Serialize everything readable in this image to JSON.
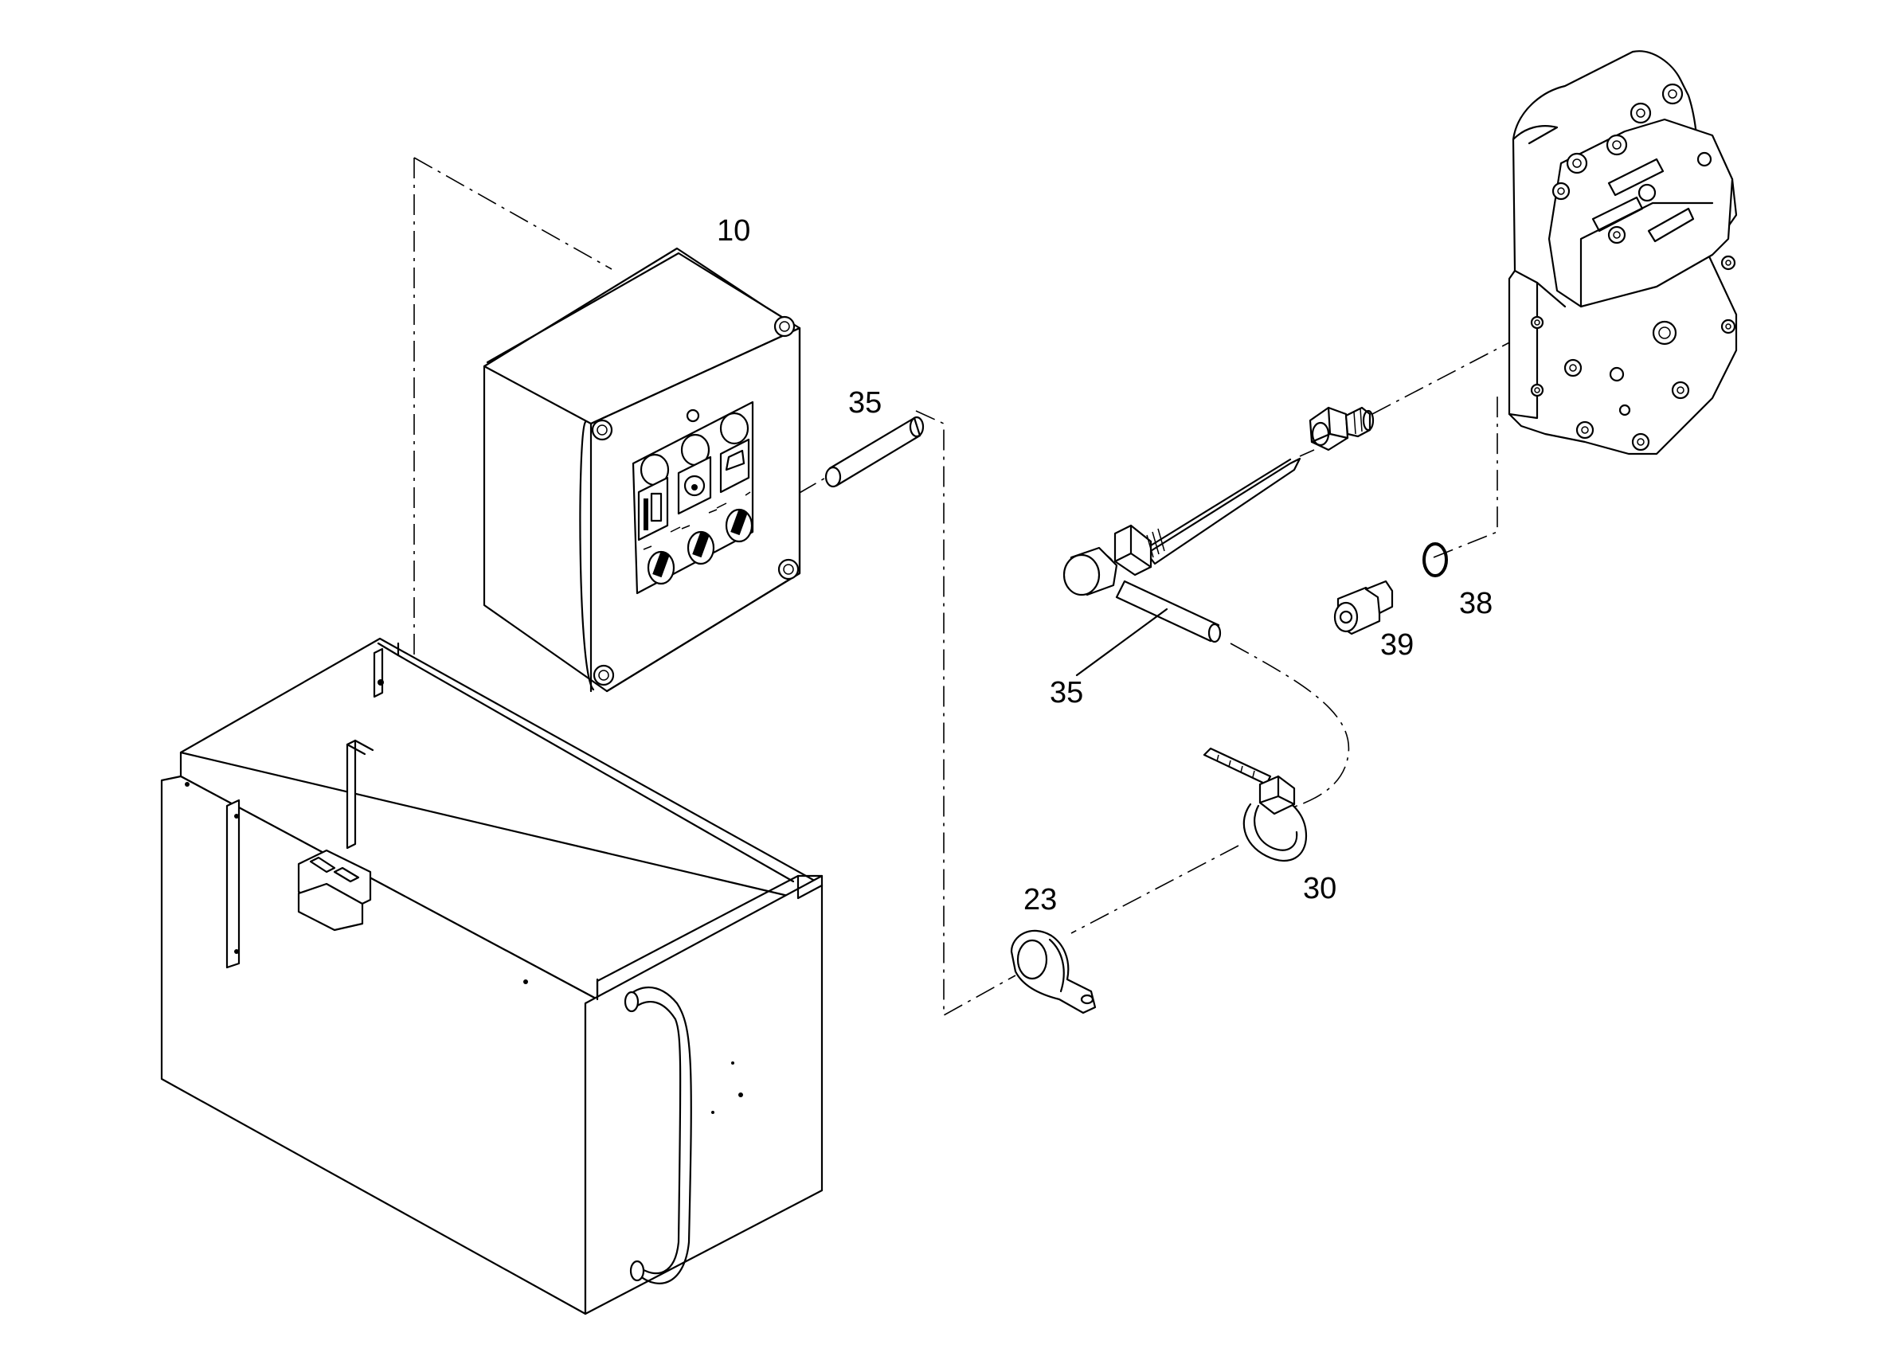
{
  "callouts": {
    "control_box": "10",
    "hose_upper": "35",
    "hose_lower": "35",
    "pipe_clamp": "23",
    "cable_tie": "30",
    "o_ring": "38",
    "plug_screw": "39"
  },
  "colors": {
    "line": "#000000",
    "background": "#ffffff"
  }
}
